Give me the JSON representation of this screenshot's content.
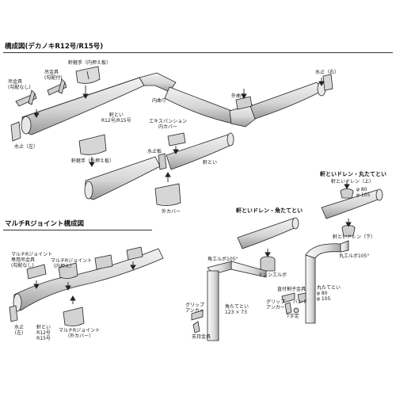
{
  "sections": {
    "main_title": "構成図(デカノキR12号/R15号)",
    "multi_title": "マルチRジョイント構成図"
  },
  "labels": {
    "hangers_left": "吊金具\n(勾配なし)",
    "hangers_slope": "吊金具\n(勾配付)",
    "joint_inner": "軒継手（内押え板）",
    "inner_corner": "内曲り",
    "stop_right": "水止（右）",
    "outer_corner": "外曲り",
    "stop_left": "水止（左）",
    "gutter_model": "軒とい\nR12号/R15号",
    "expansion_cover": "エキスパンション\n内カバー",
    "joint_outer": "軒継手（外押え板）",
    "stop_plate": "水止板",
    "gutter": "軒とい",
    "outer_cover": "外カバー",
    "multi_hanger": "マルチRジョイント\n専用吊金具\n(勾配なし)",
    "multi_inner": "マルチRジョイント\n（内押え）",
    "multi_stop_left": "水止\n(左)",
    "multi_gutter": "軒とい\nR12号\nR15号",
    "multi_outer": "マルチRジョイント\n（外カバー）"
  },
  "square_system": {
    "title": "軒といドレン・角たてとい",
    "elbow": "角エルボ105°",
    "drain": "ドレンエルボ",
    "grip": "グリップ\nアンカー",
    "support": "支持金具",
    "pipe": "角たてとい\n123 × 73"
  },
  "round_system": {
    "title": "軒といドレン・丸たてとい",
    "drain_top": "軒といドレン（上）",
    "drain_top_size": "φ 80\nφ 105",
    "drain_bottom": "軒といドレン（下）",
    "elbow": "丸エルボ105°",
    "divider": "直付割子金具",
    "grip": "グリップ\nアンカー",
    "band": "バンド",
    "tee": "T字足",
    "pipe": "丸たてとい\nφ 80\nφ 105"
  }
}
